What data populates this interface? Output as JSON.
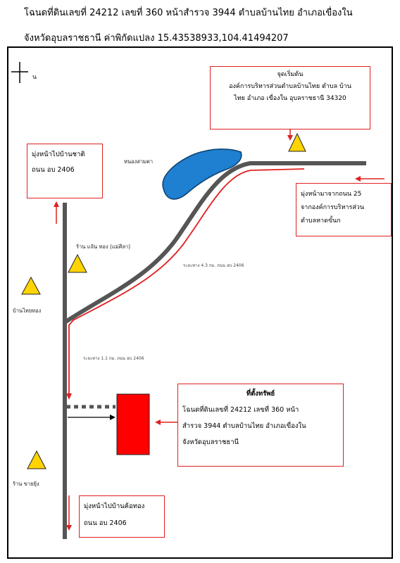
{
  "title": {
    "line1": "โฉนดที่ดินเลขที่ 24212 เลขที่ 360 หน้าสำรวจ 3944 ตำบลบ้านไทย อำเภอเขื่องใน",
    "line2": "จังหวัดอุบลราชธานี ค่าพิกัดแปลง 15.43538933,104.41494207"
  },
  "north_label": "น",
  "start_box": {
    "heading": "จุดเริ่มต้น",
    "lines": [
      "องค์การบริหารส่วนตำบลบ้านไทย ตำบล บ้าน",
      "ไทย อำเภอ เขื่องใน อุบลราชธานี 34320"
    ]
  },
  "to_ban_chat_box": {
    "lines": [
      "มุ่งหน้าไปบ้านชาติ",
      "ถนน อบ 2406"
    ]
  },
  "from_road_box": {
    "lines": [
      "มุ่งหน้ามาจากถนน 25",
      "จากองค์การบริหารส่วน",
      "ตำบลหาดขั้นก"
    ]
  },
  "property_box": {
    "heading": "ที่ตั้งทรัพย์",
    "lines": [
      "โฉนดที่ดินเลขที่ 24212 เลขที่ 360 หน้า",
      "สำรวจ 3944 ตำบลบ้านไทย อำเภอเขื่องใน",
      "จังหวัดอุบลราชธานี"
    ]
  },
  "to_kho_thong_box": {
    "lines": [
      "มุ่งหน้าไปบ้านค้อทอง",
      "ถนน อบ 2406"
    ]
  },
  "landmarks": {
    "pond": "หนองสามตา",
    "shop": "ร้าน แจ้น ทอง (แม่ศิลา)",
    "village": "บ้านไทยทอง",
    "store": "ร้าน ขายยุ้ง"
  },
  "distances": {
    "diagonal": "ระยะทาง 4.3 กม. ถนน อบ 2406",
    "vertical": "ระยะทาง 1.1 กม. ถนน อบ 2406"
  },
  "colors": {
    "road": "#555555",
    "route": "#e02020",
    "pond": "#1f7fd0",
    "property": "#ff0000",
    "landmark": "#ffd400"
  },
  "icons": [
    "north-arrow-icon",
    "warning-triangle-icon"
  ]
}
